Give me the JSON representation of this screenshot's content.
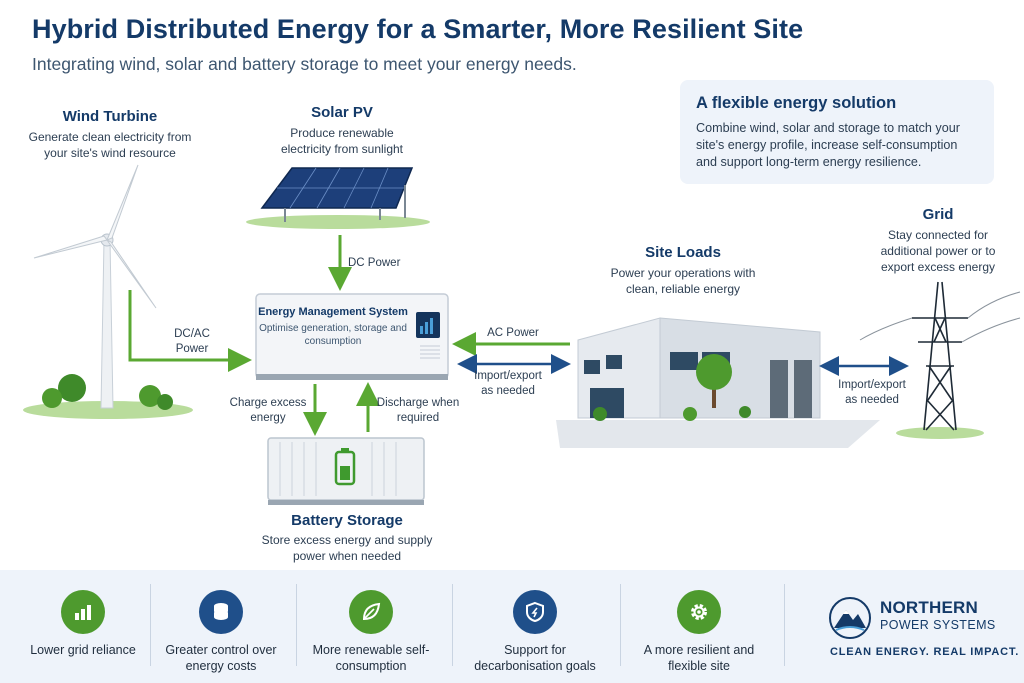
{
  "header": {
    "title": "Hybrid Distributed Energy for a Smarter, More Resilient Site",
    "subtitle": "Integrating wind, solar and battery storage to meet your energy needs."
  },
  "info_card": {
    "title": "A flexible energy solution",
    "body": "Combine wind, solar and storage to match your site's energy profile, increase self-consumption and support long-term energy resilience."
  },
  "components": {
    "wind": {
      "title": "Wind Turbine",
      "desc": "Generate clean electricity from your site's wind resource"
    },
    "solar": {
      "title": "Solar PV",
      "desc": "Produce renewable electricity from sunlight"
    },
    "ems": {
      "title": "Energy Management System",
      "desc": "Optimise generation, storage and consumption"
    },
    "battery": {
      "title": "Battery Storage",
      "desc": "Store excess energy and supply power when needed"
    },
    "loads": {
      "title": "Site Loads",
      "desc": "Power your operations with clean, reliable energy"
    },
    "grid": {
      "title": "Grid",
      "desc": "Stay connected for additional power or to export excess energy"
    }
  },
  "flows": {
    "dc_power": "DC Power",
    "dcac_power": "DC/AC Power",
    "ac_power": "AC Power",
    "import_export_site": "Import/export as needed",
    "charge": "Charge excess energy",
    "discharge": "Discharge when required",
    "import_export_grid": "Import/export as needed"
  },
  "colors": {
    "navy": "#143a68",
    "green": "#5aa832",
    "arrow_blue": "#1f4f8a",
    "panel_bg": "#eef3fa"
  },
  "benefits": [
    {
      "label": "Lower grid reliance",
      "icon": "bar-chart-icon",
      "color": "#4e9a2e"
    },
    {
      "label": "Greater control over energy costs",
      "icon": "coins-icon",
      "color": "#1f4f8a"
    },
    {
      "label": "More renewable self-consumption",
      "icon": "leaf-icon",
      "color": "#4e9a2e"
    },
    {
      "label": "Support for decarbonisation goals",
      "icon": "shield-icon",
      "color": "#1f4f8a"
    },
    {
      "label": "A more resilient and flexible site",
      "icon": "gear-icon",
      "color": "#4e9a2e"
    }
  ],
  "brand": {
    "name": "NORTHERN",
    "sub": "POWER SYSTEMS",
    "tagline": "CLEAN ENERGY. REAL IMPACT."
  }
}
